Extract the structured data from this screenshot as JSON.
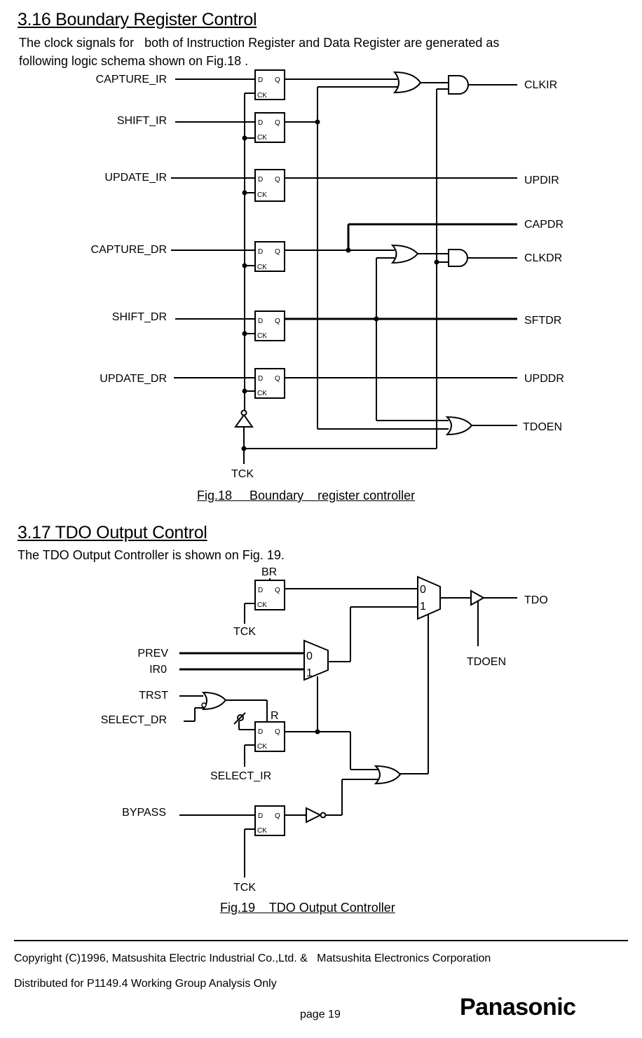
{
  "section_316": {
    "heading": "3.16 Boundary Register Control",
    "para_line1": "The clock signals for   both of Instruction Register and Data Register are generated as",
    "para_line2": "following logic schema shown on Fig.18 ."
  },
  "fig18": {
    "inputs": [
      "CAPTURE_IR",
      "SHIFT_IR",
      "UPDATE_IR",
      "CAPTURE_DR",
      "SHIFT_DR",
      "UPDATE_DR"
    ],
    "outputs": [
      "CLKIR",
      "UPDIR",
      "CAPDR",
      "CLKDR",
      "SFTDR",
      "UPDDR",
      "TDOEN"
    ],
    "clock": "TCK",
    "ff_d": "D",
    "ff_q": "Q",
    "ff_ck": "CK",
    "caption": "Fig.18     Boundary    register controller"
  },
  "section_317": {
    "heading": "3.17 TDO Output Control",
    "para": "The TDO Output Controller is shown on Fig. 19."
  },
  "fig19": {
    "labels": {
      "br": "BR",
      "tck1": "TCK",
      "tdo": "TDO",
      "tdoen": "TDOEN",
      "prev": "PREV",
      "ir0": "IR0",
      "trst": "TRST",
      "select_dr": "SELECT_DR",
      "r": "R",
      "select_ir": "SELECT_IR",
      "bypass": "BYPASS",
      "tck2": "TCK",
      "mux0": "0",
      "mux1": "1"
    },
    "caption": "Fig.19    TDO Output Controller"
  },
  "footer": {
    "copyright": "Copyright (C)1996, Matsushita Electric Industrial Co.,Ltd. &   Matsushita Electronics Corporation",
    "distributed": "Distributed for P1149.4 Working Group Analysis Only",
    "page": "page 19",
    "logo": "Panasonic"
  }
}
